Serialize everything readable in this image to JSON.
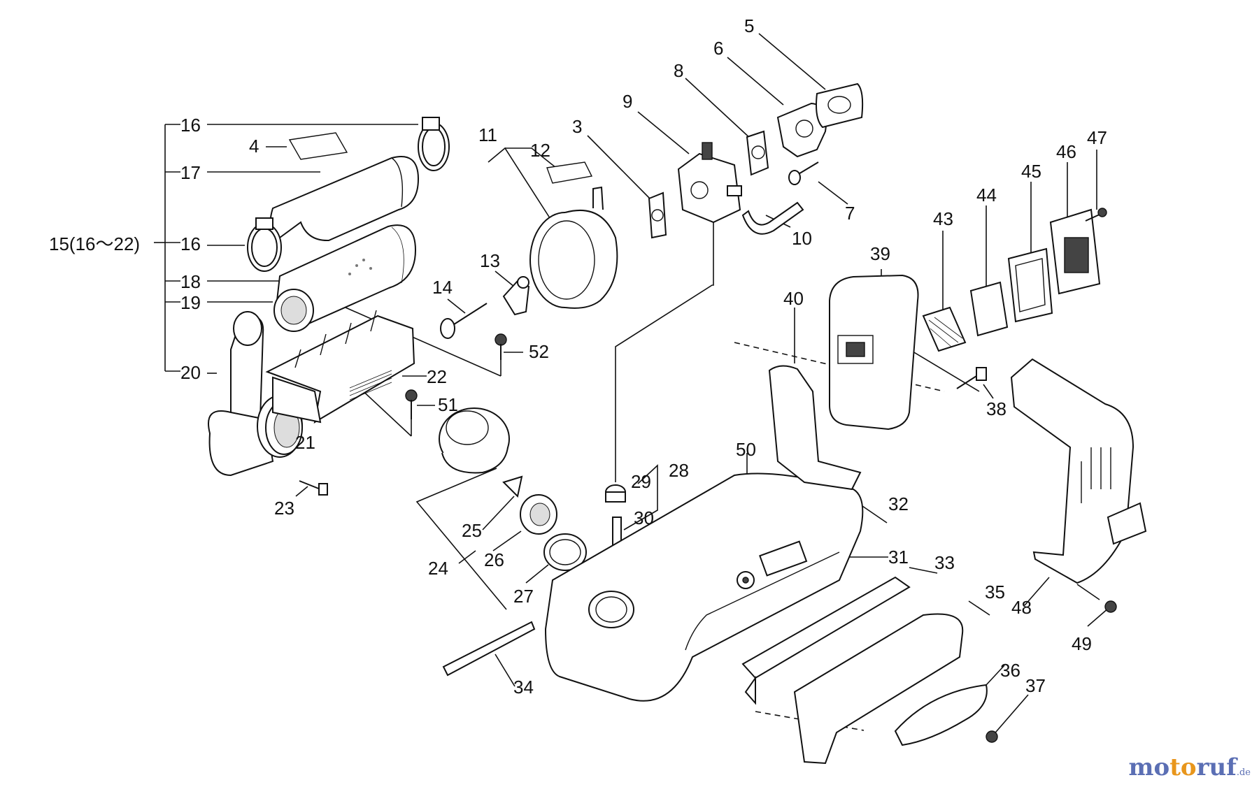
{
  "labels": {
    "l3": "3",
    "l4": "4",
    "l5": "5",
    "l6": "6",
    "l7": "7",
    "l8": "8",
    "l9": "9",
    "l10": "10",
    "l11": "11",
    "l12": "12",
    "l13": "13",
    "l14": "14",
    "l15": "15(16〜22)",
    "l16a": "16",
    "l16b": "16",
    "l17": "17",
    "l18": "18",
    "l19": "19",
    "l20": "20",
    "l21": "21",
    "l22": "22",
    "l23": "23",
    "l24": "24",
    "l25": "25",
    "l26": "26",
    "l27": "27",
    "l28": "28",
    "l29": "29",
    "l30": "30",
    "l31": "31",
    "l32": "32",
    "l33": "33",
    "l34": "34",
    "l35": "35",
    "l36": "36",
    "l37": "37",
    "l38": "38",
    "l39": "39",
    "l40": "40",
    "l43": "43",
    "l44": "44",
    "l45": "45",
    "l46": "46",
    "l47": "47",
    "l48": "48",
    "l49": "49",
    "l50": "50",
    "l51": "51",
    "l52": "52"
  },
  "watermark": {
    "part1": "mo",
    "part2": "to",
    "part3": "ruf",
    "tld": ".de"
  },
  "colors": {
    "line": "#111111",
    "background": "#ffffff",
    "brand_blue": "#5b6fb4",
    "brand_orange": "#e8961c"
  }
}
